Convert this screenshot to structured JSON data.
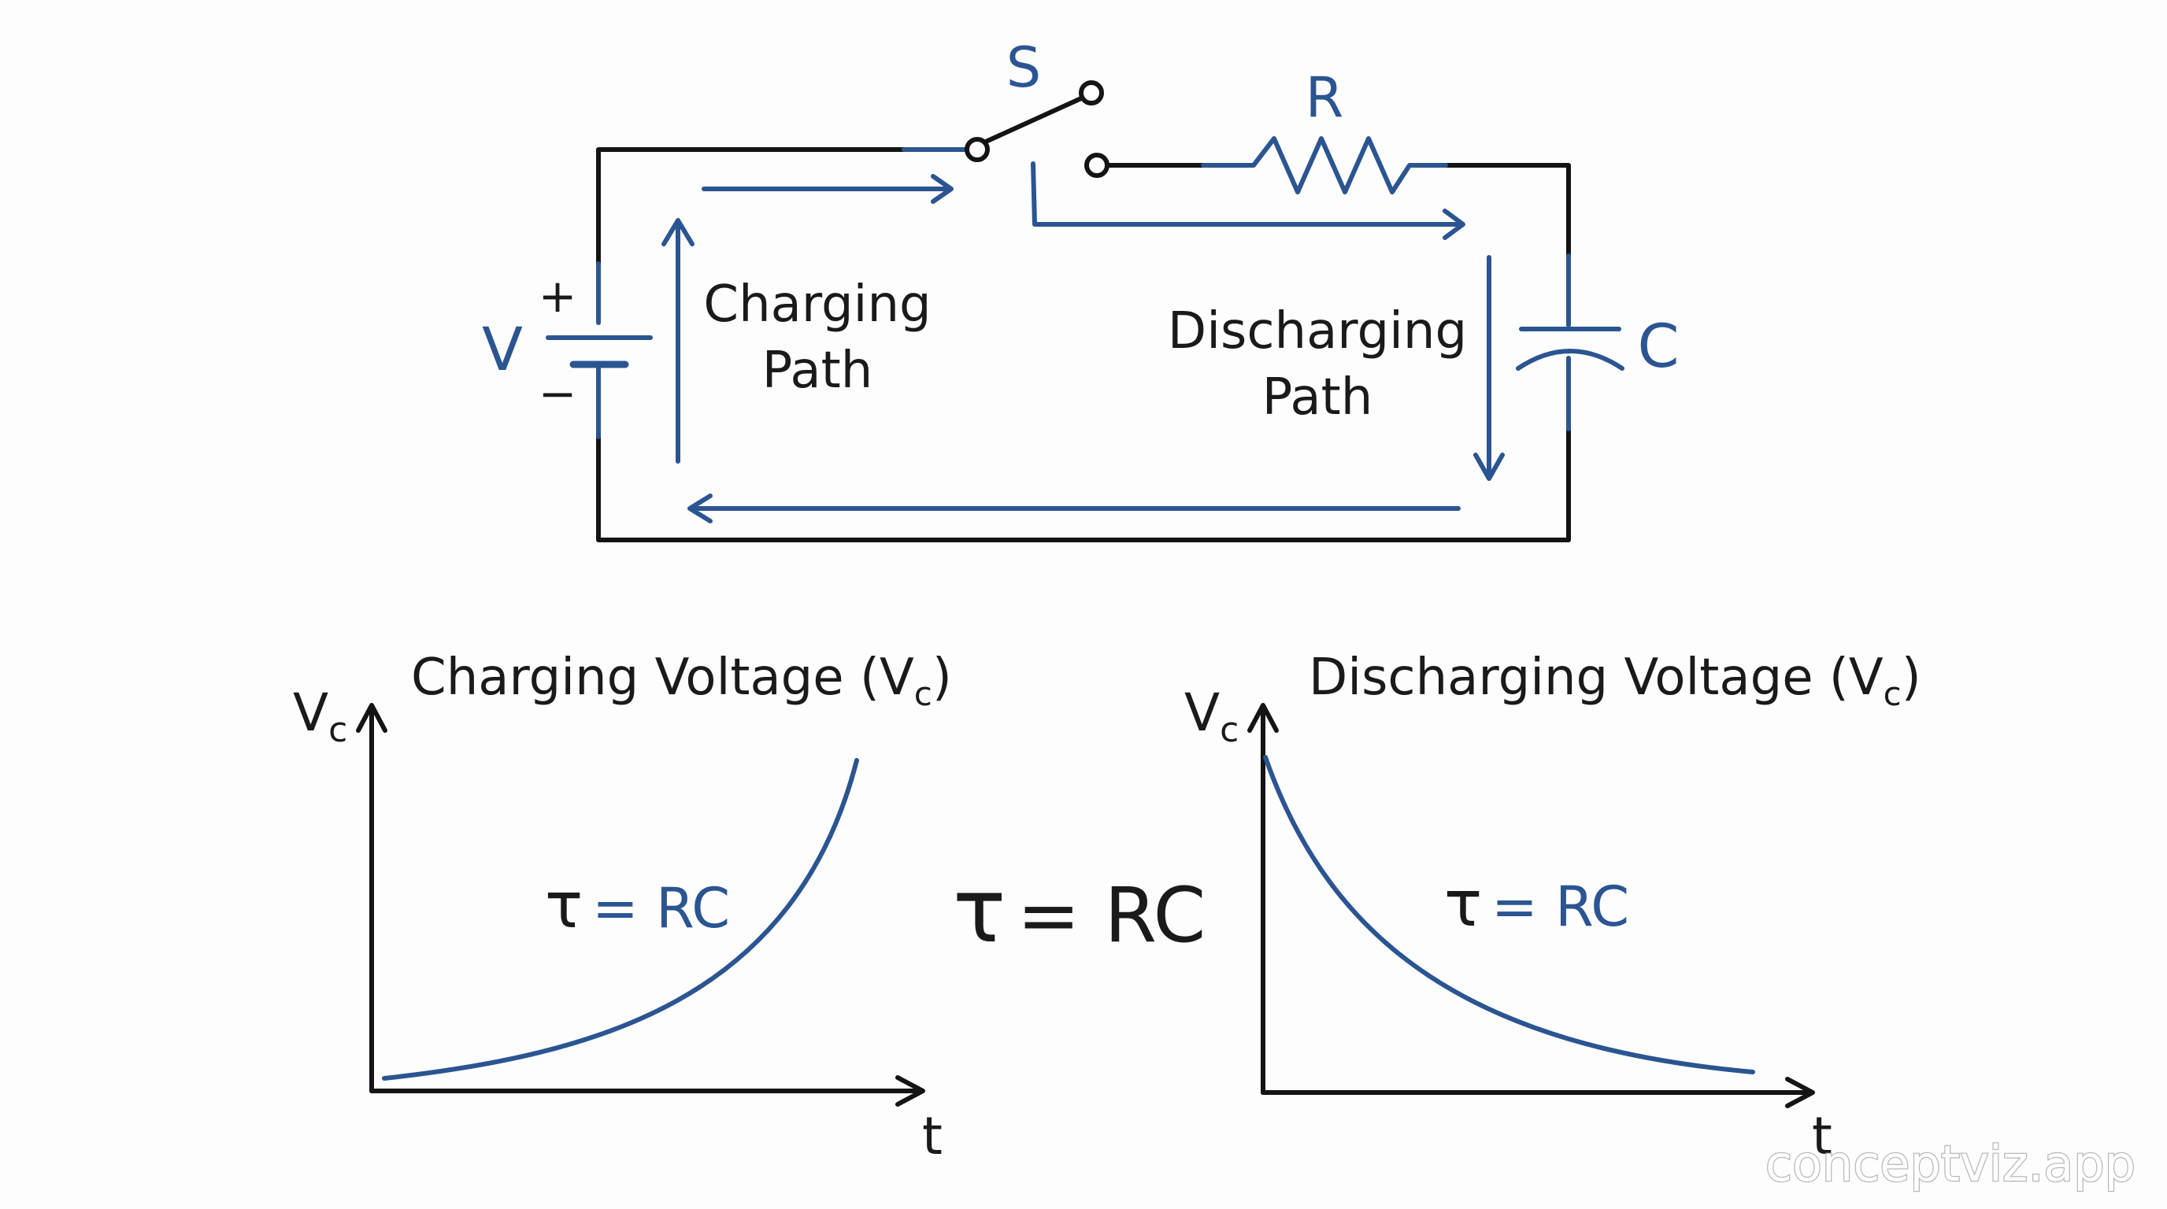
{
  "circuit": {
    "switch_label": "S",
    "resistor_label": "R",
    "capacitor_label": "C",
    "source_label": "V",
    "plus_sign": "+",
    "minus_sign": "−",
    "charging_path_line1": "Charging",
    "charging_path_line2": "Path",
    "discharging_path_line1": "Discharging",
    "discharging_path_line2": "Path"
  },
  "charging_graph": {
    "title_main": "Charging Voltage (V",
    "title_sub": "c",
    "title_close": ")",
    "y_axis_main": "V",
    "y_axis_sub": "c",
    "x_axis_label": "t",
    "tau_symbol": "τ",
    "tau_rest": "= RC"
  },
  "discharging_graph": {
    "title_main": "Discharging Voltage (V",
    "title_sub": "c",
    "title_close": ")",
    "y_axis_main": "V",
    "y_axis_sub": "c",
    "x_axis_label": "t",
    "tau_symbol": "τ",
    "tau_rest": "= RC"
  },
  "center_formula": {
    "tau_symbol": "τ",
    "rest": "= RC"
  },
  "watermark": "conceptviz.app",
  "colors": {
    "ink": "#141414",
    "accent_blue": "#2b5592",
    "background": "#fdfdfd"
  }
}
